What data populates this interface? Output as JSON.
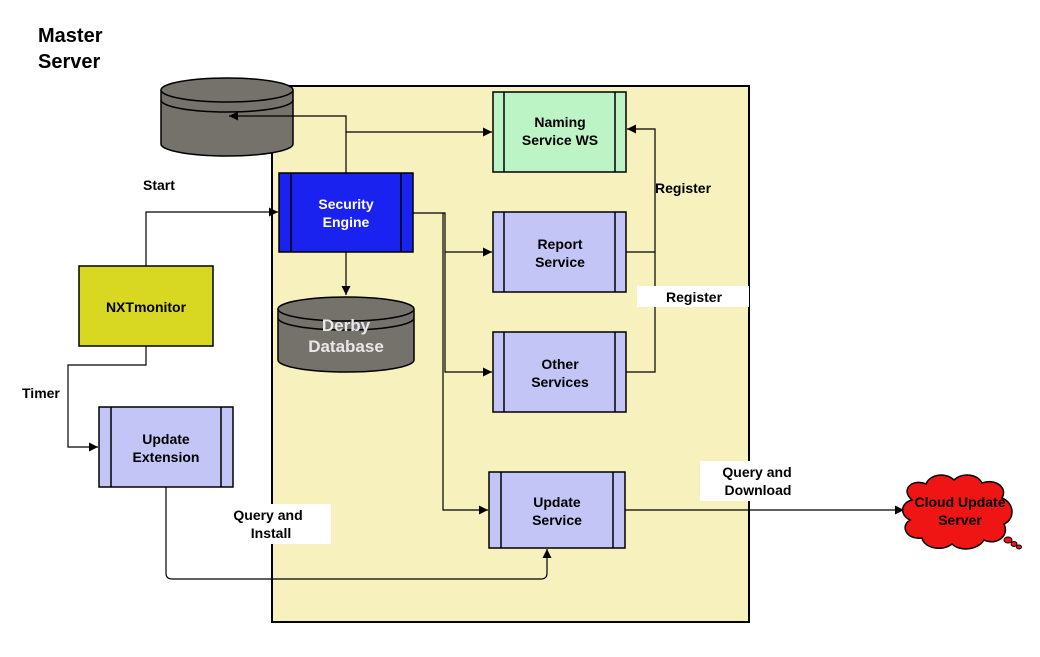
{
  "title": {
    "line1": "Master",
    "line2": "Server"
  },
  "colors": {
    "container": "#f7f2bd",
    "database": "#75726b",
    "security_engine": "#1a22f0",
    "naming_service": "#bdf4c6",
    "service": "#c2c5f5",
    "nxtmonitor": "#d8d823",
    "cloud": "#ef1515"
  },
  "nodes": {
    "master_db": {
      "label": ""
    },
    "security_engine": {
      "line1": "Security",
      "line2": "Engine"
    },
    "derby_db": {
      "line1": "Derby",
      "line2": "Database"
    },
    "naming_service": {
      "line1": "Naming",
      "line2": "Service WS"
    },
    "report_service": {
      "line1": "Report",
      "line2": "Service"
    },
    "other_services": {
      "line1": "Other",
      "line2": "Services"
    },
    "update_service": {
      "line1": "Update",
      "line2": "Service"
    },
    "nxtmonitor": {
      "label": "NXTmonitor"
    },
    "update_extension": {
      "line1": "Update",
      "line2": "Extension"
    },
    "cloud_update_server": {
      "line1": "Cloud Update",
      "line2": "Server"
    }
  },
  "edge_labels": {
    "start": "Start",
    "timer": "Timer",
    "register_1": "Register",
    "register_2": "Register",
    "query_install": {
      "line1": "Query and",
      "line2": "Install"
    },
    "query_download": {
      "line1": "Query and",
      "line2": "Download"
    }
  }
}
